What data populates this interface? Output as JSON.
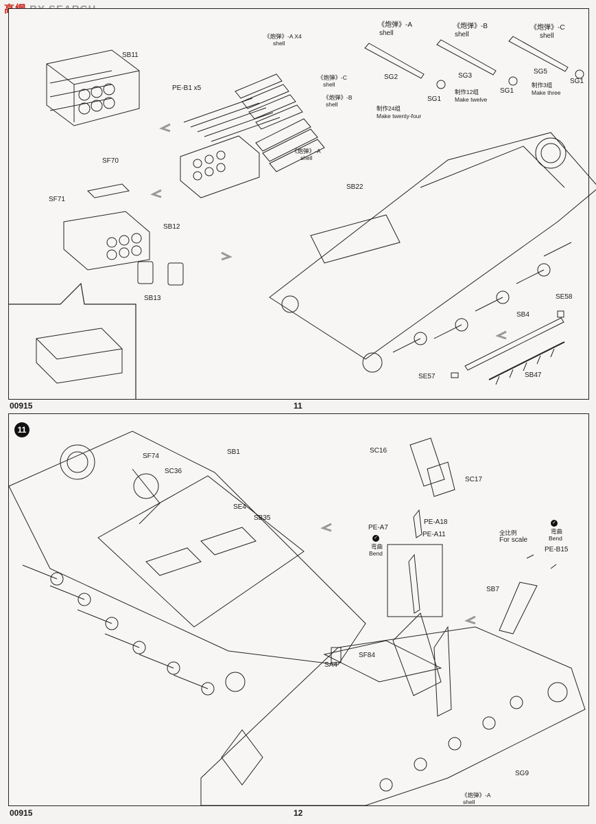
{
  "watermark": {
    "part1": "高",
    "part2": "網",
    "part3": "BY SEARCH"
  },
  "top": {
    "page_number": "11",
    "code": "00915",
    "labels": {
      "sb11": "SB11",
      "pe_b1": "PE-B1 x5",
      "shell_a_x4": "《炮弹》-A X4",
      "shell_word": "shell",
      "shell_c": "《炮弹》-C",
      "shell_b": "《炮弹》-B",
      "shell_a": "《炮弹》-A",
      "sf70": "SF70",
      "sf71": "SF71",
      "sb12": "SB12",
      "sb13": "SB13",
      "sb22": "SB22",
      "se58": "SE58",
      "sb4": "SB4",
      "se57": "SE57",
      "sb47": "SB47",
      "sg2": "SG2",
      "sg3": "SG3",
      "sg5": "SG5",
      "sg1": "SG1",
      "make24_cn": "制作24组",
      "make24_en": "Make twenty-four",
      "make12_cn": "制作12组",
      "make12_en": "Make twelve",
      "make3_cn": "制作3组",
      "make3_en": "Make three"
    }
  },
  "bottom": {
    "step": "11",
    "page_number": "12",
    "code": "00915",
    "labels": {
      "sf74": "SF74",
      "sb1": "SB1",
      "sc36": "SC36",
      "se4": "SE4",
      "sb35": "SB35",
      "sc16": "SC16",
      "sc17": "SC17",
      "pe_a18": "PE-A18",
      "pe_a7": "PE-A7",
      "pe_a11": "PE-A11",
      "bend_cn": "弯曲",
      "bend_en": "Bend",
      "scale_cn": "全比例",
      "scale_en": "For scale",
      "pe_b15": "PE-B15",
      "sb7": "SB7",
      "sf84": "SF84",
      "sa4": "SA4",
      "sg9": "SG9",
      "shell_a": "《炮弹》-A",
      "shell_word": "shell"
    }
  }
}
